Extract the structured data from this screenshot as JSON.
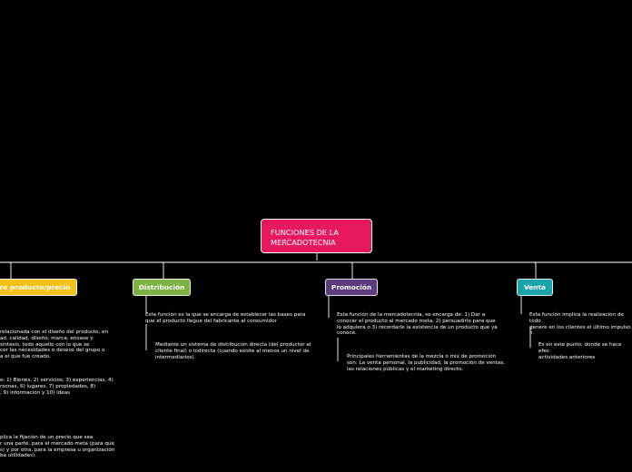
{
  "root": {
    "title": "FUNCIONES DE LA MERCADOTECNIA"
  },
  "colors": {
    "root": "#e8185e",
    "producto": "#f2c21b",
    "distribucion": "#7cb342",
    "promocion": "#5e3a7e",
    "venta": "#1aa3a8",
    "lines": "#ffffff"
  },
  "topics": {
    "producto": {
      "label": "re producto/precio",
      "notes": [
        "relacionada con el diseño del producto, en\nad, calidad, diseño, marca, envase y\n síntesis, todo aquello con lo que se\ncer las necesidades o deseos del grupo o\na el que fue creado.",
        "e: 1) Bienes, 2) servicios, 3) experiencias, 4)\nrsonas, 6) lugares, 7) propiedades, 8)\n, 9) información y 10) ideas",
        "plica la fijación de un precio que sea\nr una parte, para el mercado meta (para que\ns) y por otra, para la empresa u organización\nba utilidades)."
      ]
    },
    "distribucion": {
      "label": "Distribución",
      "notes": [
        "Esta función es la que se encarga de establecer las bases para\nque el producto llegue del fabricante al consumidor",
        "Mediante un sistema de distribución directa (del productor al\ncliente final) o indirecta (cuando existe al menos un nivel de\nintermediarios)."
      ]
    },
    "promocion": {
      "label": "Promoción",
      "notes": [
        "Esta función de la mercadotecnia, se encarga de: 1) Dar a\nconocer el producto al mercado meta, 2) persuadirlo para que\nlo adquiera o 3) recordarle la existencia de un producto que ya\nconoce.",
        "Principales herramientas de la mezcla o mix de promoción\nson: La venta personal, la publicidad, la promoción de ventas,\nlas relaciones públicas y el marketing directo."
      ]
    },
    "venta": {
      "label": "Venta",
      "notes": [
        "Esta función implica la realización de todo\ngenere en los clientes el último impulso h",
        "Es en este punto, donde se hace efec\nactividades anteriores"
      ]
    }
  }
}
